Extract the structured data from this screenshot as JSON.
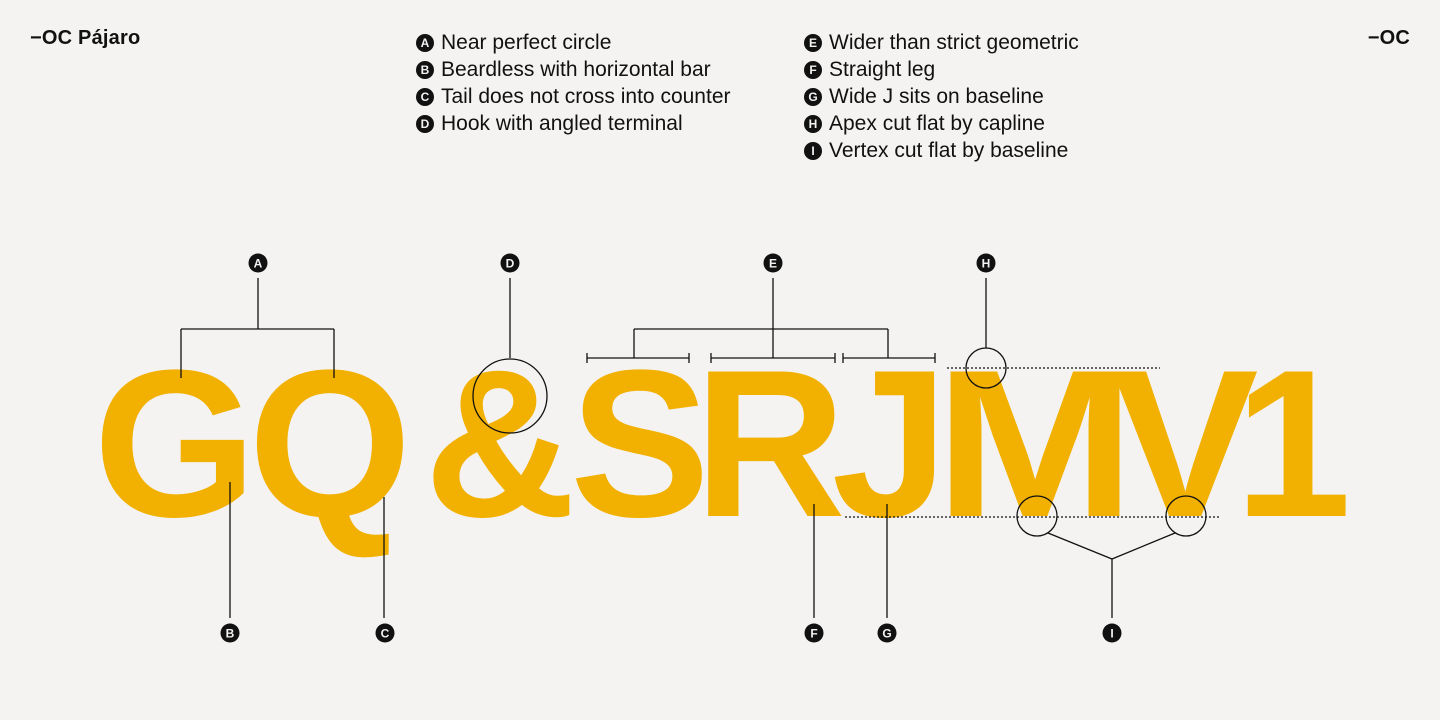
{
  "header": {
    "title_left": "−OC Pájaro",
    "title_right": "−OC"
  },
  "legend": {
    "col1": [
      {
        "key": "A",
        "text": "Near perfect circle"
      },
      {
        "key": "B",
        "text": "Beardless with horizontal bar"
      },
      {
        "key": "C",
        "text": "Tail does not cross into counter"
      },
      {
        "key": "D",
        "text": "Hook with angled terminal"
      }
    ],
    "col2": [
      {
        "key": "E",
        "text": "Wider than strict geometric"
      },
      {
        "key": "F",
        "text": "Straight leg"
      },
      {
        "key": "G",
        "text": "Wide J sits on baseline"
      },
      {
        "key": "H",
        "text": "Apex cut flat by capline"
      },
      {
        "key": "I",
        "text": "Vertex cut flat by baseline"
      }
    ]
  },
  "specimen": {
    "text": "GQ&SRJMV1",
    "color": "#f2b000"
  },
  "colors": {
    "background": "#f4f3f1",
    "ink": "#111111"
  }
}
